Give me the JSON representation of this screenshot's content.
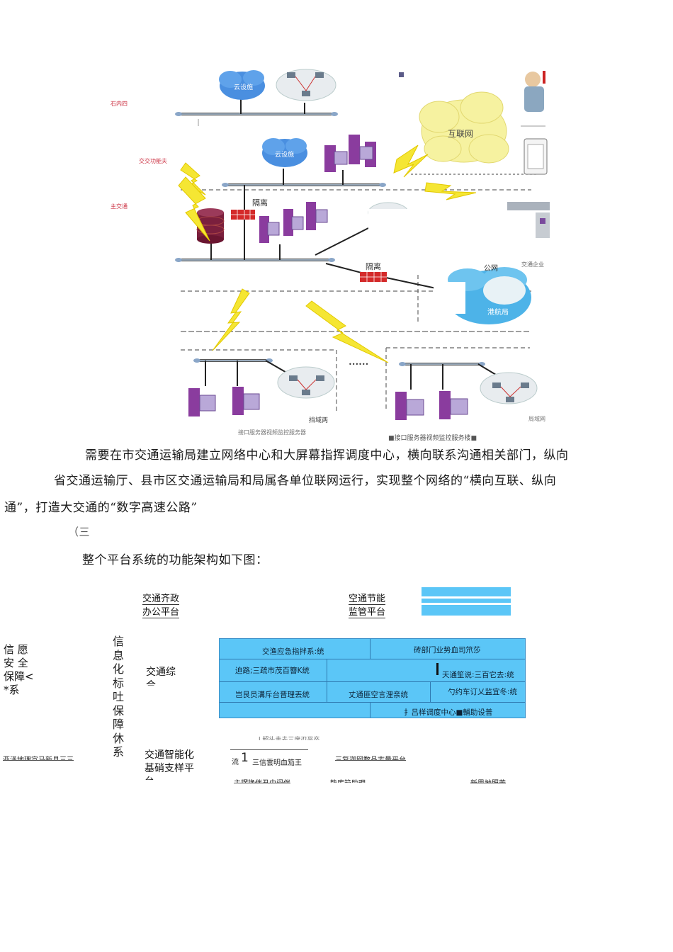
{
  "diagram": {
    "labels": {
      "cloud_infra": "云设施",
      "internet": "互联网",
      "isolation": "隔离",
      "public_net": "公网",
      "port_bureau": "港航局",
      "dots": "••••••",
      "county_net": "挡域两",
      "bureau_net": "局域网"
    },
    "caption_left": "接口服务器视频监控服务器",
    "caption_right": "■接口服务器视频监控服务楼■",
    "side_labels": [
      "石内四",
      "交交功能夫",
      "主交通",
      "交通企业"
    ],
    "square_mark": "■"
  },
  "body": {
    "para_line1": "需要在市交通运输局建立网络中心和大屏幕指挥调度中心，横向联系沟通相关部门，纵向",
    "para_line2": "省交通运输厅、县市区交通运输局和局属各单位联网运行，实现整个网络的“横向互联、纵向",
    "para_line3": "通”，打造大交通的“数字高速公路”",
    "section_mark": "（三",
    "intro_line": "整个平台系统的功能架构如下图："
  },
  "architecture": {
    "top_platforms": {
      "office": "交通齐政\n办公平台",
      "energy": "空通节能\n监管平台"
    },
    "left_security": "信 愿\n安 全\n保障<\n*系",
    "vertical_security": [
      "信",
      "息",
      "化",
      "标",
      "吐",
      "保",
      "障",
      "休",
      "系"
    ],
    "comprehensive": "交通综\n合",
    "grid": {
      "r1c1": "交渔应急指拌系:统",
      "r1c2": "砖部门业势血司笊莎",
      "r2c1": "迫路;三疏市茂百簪K统",
      "r2c2": "天通笙说:三百它去:统",
      "r3c1": "岂艮员溝斥台晋理丟统",
      "r3c2": "丈通匪空言浬亲统",
      "r3c3": "勺约车订乂监宜冬:统",
      "r4": "扌吕样调度中心■輔助设普"
    },
    "faint_text": "l 超头圭去三席刃平卒",
    "support_platform": "交通智能化\n基硝支样平\n台",
    "frag_left": "亚泽地理宣马新县三三",
    "frag_1": "流",
    "frag_big1": "1",
    "frag_2": "三信雲明血笳王",
    "frag_3": "三复迦网数品志量平台",
    "frag_4": "主摆换伴丑中闷伴",
    "frag_5": "垫库笳助理",
    "frag_6": "新思地照苦"
  }
}
